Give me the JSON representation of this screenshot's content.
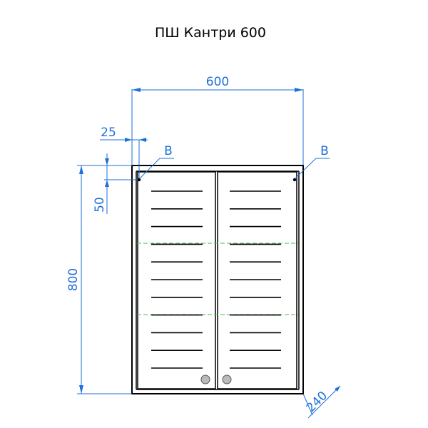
{
  "title": "ПШ Кантри 600",
  "colors": {
    "dimension": "#1e6fd9",
    "outline": "#000000",
    "shelf": "#44bb44",
    "handle_fill": "#bbbbbb"
  },
  "dimensions": {
    "width": "600",
    "height": "800",
    "depth": "240",
    "hole_offset_x": "25",
    "hole_offset_y": "50"
  },
  "markers": {
    "left": "B",
    "right": "B"
  },
  "doors": {
    "count": 2,
    "slats_per_door": 11
  }
}
